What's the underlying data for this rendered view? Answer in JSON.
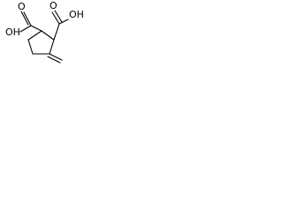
{
  "molecule": {
    "type": "structural formula",
    "ring": "cyclopentane",
    "substituents": [
      "COOH",
      "COOH",
      "=CH2"
    ],
    "labels": {
      "carboxyl_top_right": "OH",
      "carboxyl_top_right_O": "O",
      "carboxyl_left": "OH",
      "carboxyl_left_O": "O"
    },
    "colors": {
      "bond": "#000000",
      "background": "#ffffff"
    }
  }
}
